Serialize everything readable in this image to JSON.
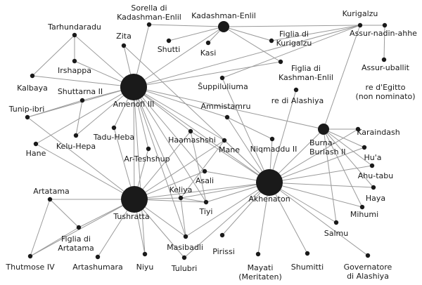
{
  "graph": {
    "node_color": "#1a1a1a",
    "edge_color": "#9a9a9a",
    "nodes": [
      {
        "id": "amenofi",
        "label": [
          "Amenofi III"
        ],
        "size": "large"
      },
      {
        "id": "akhenaton",
        "label": [
          "Akhenaton"
        ],
        "size": "large"
      },
      {
        "id": "tushratta",
        "label": [
          "Tushratta"
        ],
        "size": "large"
      },
      {
        "id": "kadashman",
        "label": [
          "Kadashman-Enlil"
        ],
        "size": "medium"
      },
      {
        "id": "burna",
        "label": [
          "Burna-",
          "Buriash II"
        ],
        "size": "medium"
      },
      {
        "id": "sorella",
        "label": [
          "Sorella di",
          "Kadashman-Enlil"
        ],
        "size": "small"
      },
      {
        "id": "kurigalzu",
        "label": [
          "Kurigalzu"
        ],
        "size": "small"
      },
      {
        "id": "tarhundaradu",
        "label": [
          "Tarhundaradu"
        ],
        "size": "small"
      },
      {
        "id": "irshappa",
        "label": [
          "Irshappa"
        ],
        "size": "small"
      },
      {
        "id": "zita",
        "label": [
          "Zita"
        ],
        "size": "small"
      },
      {
        "id": "shutti",
        "label": [
          "Shutti"
        ],
        "size": "small"
      },
      {
        "id": "kasi",
        "label": [
          "Kasi"
        ],
        "size": "small"
      },
      {
        "id": "figlia_kuri",
        "label": [
          "Figlia di",
          "Kurigalzu"
        ],
        "size": "small"
      },
      {
        "id": "figlia_kash",
        "label": [
          "Figlia di",
          "Kashman-Enlil"
        ],
        "size": "small"
      },
      {
        "id": "assur_nadin",
        "label": [
          "Assur-nadin-ahhe"
        ],
        "size": "small"
      },
      {
        "id": "assur_uballit",
        "label": [
          "Assur-uballit"
        ],
        "size": "small"
      },
      {
        "id": "re_egitto",
        "label": [
          "re d'Egitto",
          "(non nominato)"
        ],
        "size": "none"
      },
      {
        "id": "kalbaya",
        "label": [
          "Kalbaya"
        ],
        "size": "small"
      },
      {
        "id": "shuttarna",
        "label": [
          "Shuttarna II"
        ],
        "size": "small"
      },
      {
        "id": "suppiluliuma",
        "label": [
          "Šuppiluliuma"
        ],
        "size": "small"
      },
      {
        "id": "re_alashiya",
        "label": [
          "re di Alashiya"
        ],
        "size": "small"
      },
      {
        "id": "tunip",
        "label": [
          "Tunip-ibri"
        ],
        "size": "small"
      },
      {
        "id": "ammistamru",
        "label": [
          "Ammistamru"
        ],
        "size": "small"
      },
      {
        "id": "karaindash",
        "label": [
          "Karaindash"
        ],
        "size": "small"
      },
      {
        "id": "kelu",
        "label": [
          "Kelu-Hepa"
        ],
        "size": "small"
      },
      {
        "id": "tadu",
        "label": [
          "Tadu-Heba"
        ],
        "size": "small"
      },
      {
        "id": "haamashshi",
        "label": [
          "Haamashshi"
        ],
        "size": "small"
      },
      {
        "id": "niqmaddu",
        "label": [
          "Niqmaddu II"
        ],
        "size": "small"
      },
      {
        "id": "mane",
        "label": [
          "Mane"
        ],
        "size": "small"
      },
      {
        "id": "hane",
        "label": [
          "Hane"
        ],
        "size": "small"
      },
      {
        "id": "arteshshup",
        "label": [
          "Ar-Teshshup"
        ],
        "size": "small"
      },
      {
        "id": "hua",
        "label": [
          "Hu'a"
        ],
        "size": "small"
      },
      {
        "id": "ahutabu",
        "label": [
          "Ahu-tabu"
        ],
        "size": "small"
      },
      {
        "id": "asali",
        "label": [
          "Asali"
        ],
        "size": "small"
      },
      {
        "id": "haya",
        "label": [
          "Haya"
        ],
        "size": "small"
      },
      {
        "id": "artatama",
        "label": [
          "Artatama"
        ],
        "size": "small"
      },
      {
        "id": "keliya",
        "label": [
          "Keliya"
        ],
        "size": "small"
      },
      {
        "id": "tiyi",
        "label": [
          "Tiyi"
        ],
        "size": "small"
      },
      {
        "id": "mihumi",
        "label": [
          "Mihumi"
        ],
        "size": "small"
      },
      {
        "id": "figlia_art",
        "label": [
          "Figlia di",
          "Artatama"
        ],
        "size": "small"
      },
      {
        "id": "salmu",
        "label": [
          "Salmu"
        ],
        "size": "small"
      },
      {
        "id": "masibadli",
        "label": [
          "Masibadli"
        ],
        "size": "small"
      },
      {
        "id": "pirissi",
        "label": [
          "Pirissi"
        ],
        "size": "small"
      },
      {
        "id": "thutmose",
        "label": [
          "Thutmose IV"
        ],
        "size": "small"
      },
      {
        "id": "artashumara",
        "label": [
          "Artashumara"
        ],
        "size": "small"
      },
      {
        "id": "niyu",
        "label": [
          "Niyu"
        ],
        "size": "small"
      },
      {
        "id": "tulubri",
        "label": [
          "Tulubri"
        ],
        "size": "small"
      },
      {
        "id": "mayati",
        "label": [
          "Mayati",
          "(Meritaten)"
        ],
        "size": "small"
      },
      {
        "id": "shumitti",
        "label": [
          "Shumitti"
        ],
        "size": "small"
      },
      {
        "id": "governatore",
        "label": [
          "Governatore",
          "di Alashiya"
        ],
        "size": "small"
      }
    ],
    "edges": [
      [
        "amenofi",
        "sorella"
      ],
      [
        "amenofi",
        "kadashman"
      ],
      [
        "amenofi",
        "zita"
      ],
      [
        "amenofi",
        "irshappa"
      ],
      [
        "amenofi",
        "tarhundaradu"
      ],
      [
        "amenofi",
        "kalbaya"
      ],
      [
        "amenofi",
        "shuttarna"
      ],
      [
        "amenofi",
        "tunip"
      ],
      [
        "amenofi",
        "kelu"
      ],
      [
        "amenofi",
        "hane"
      ],
      [
        "amenofi",
        "tadu"
      ],
      [
        "amenofi",
        "arteshshup"
      ],
      [
        "amenofi",
        "haamashshi"
      ],
      [
        "amenofi",
        "mane"
      ],
      [
        "amenofi",
        "tushratta"
      ],
      [
        "amenofi",
        "akhenaton"
      ],
      [
        "amenofi",
        "tiyi"
      ],
      [
        "amenofi",
        "keliya"
      ],
      [
        "amenofi",
        "asali"
      ],
      [
        "amenofi",
        "burna"
      ],
      [
        "amenofi",
        "kurigalzu"
      ],
      [
        "amenofi",
        "figlia_kash"
      ],
      [
        "amenofi",
        "masibadli"
      ],
      [
        "amenofi",
        "niyu"
      ],
      [
        "amenofi",
        "ammistamru"
      ],
      [
        "kadashman",
        "sorella"
      ],
      [
        "kadashman",
        "shutti"
      ],
      [
        "kadashman",
        "kasi"
      ],
      [
        "kadashman",
        "figlia_kuri"
      ],
      [
        "kadashman",
        "kurigalzu"
      ],
      [
        "kadashman",
        "figlia_kash"
      ],
      [
        "kurigalzu",
        "assur_nadin"
      ],
      [
        "kurigalzu",
        "burna"
      ],
      [
        "kurigalzu",
        "figlia_kuri"
      ],
      [
        "kurigalzu",
        "suppiluliuma"
      ],
      [
        "assur_nadin",
        "assur_uballit"
      ],
      [
        "tarhundaradu",
        "irshappa"
      ],
      [
        "tarhundaradu",
        "kalbaya"
      ],
      [
        "shuttarna",
        "tunip"
      ],
      [
        "shuttarna",
        "kelu"
      ],
      [
        "tunip",
        "tushratta"
      ],
      [
        "hane",
        "tushratta"
      ],
      [
        "tadu",
        "tushratta"
      ],
      [
        "arteshshup",
        "tushratta"
      ],
      [
        "haamashshi",
        "tushratta"
      ],
      [
        "haamashshi",
        "tiyi"
      ],
      [
        "mane",
        "tushratta"
      ],
      [
        "mane",
        "akhenaton"
      ],
      [
        "mane",
        "keliya"
      ],
      [
        "zita",
        "akhenaton"
      ],
      [
        "suppiluliuma",
        "akhenaton"
      ],
      [
        "re_alashiya",
        "akhenaton"
      ],
      [
        "ammistamru",
        "akhenaton"
      ],
      [
        "niqmaddu",
        "akhenaton"
      ],
      [
        "niqmaddu",
        "ammistamru"
      ],
      [
        "burna",
        "akhenaton"
      ],
      [
        "burna",
        "karaindash"
      ],
      [
        "burna",
        "hua"
      ],
      [
        "burna",
        "ahutabu"
      ],
      [
        "burna",
        "haya"
      ],
      [
        "burna",
        "mihumi"
      ],
      [
        "burna",
        "salmu"
      ],
      [
        "tushratta",
        "akhenaton"
      ],
      [
        "tushratta",
        "artatama"
      ],
      [
        "tushratta",
        "figlia_art"
      ],
      [
        "tushratta",
        "thutmose"
      ],
      [
        "tushratta",
        "artashumara"
      ],
      [
        "tushratta",
        "niyu"
      ],
      [
        "tushratta",
        "tulubri"
      ],
      [
        "tushratta",
        "keliya"
      ],
      [
        "tushratta",
        "masibadli"
      ],
      [
        "tushratta",
        "tiyi"
      ],
      [
        "tushratta",
        "asali"
      ],
      [
        "artatama",
        "figlia_art"
      ],
      [
        "artatama",
        "thutmose"
      ],
      [
        "figlia_art",
        "thutmose"
      ],
      [
        "keliya",
        "tiyi"
      ],
      [
        "keliya",
        "masibadli"
      ],
      [
        "keliya",
        "akhenaton"
      ],
      [
        "akhenaton",
        "hua"
      ],
      [
        "akhenaton",
        "ahutabu"
      ],
      [
        "akhenaton",
        "haya"
      ],
      [
        "akhenaton",
        "mihumi"
      ],
      [
        "akhenaton",
        "salmu"
      ],
      [
        "akhenaton",
        "karaindash"
      ],
      [
        "akhenaton",
        "tiyi"
      ],
      [
        "akhenaton",
        "asali"
      ],
      [
        "akhenaton",
        "masibadli"
      ],
      [
        "akhenaton",
        "tulubri"
      ],
      [
        "akhenaton",
        "pirissi"
      ],
      [
        "akhenaton",
        "mayati"
      ],
      [
        "akhenaton",
        "shumitti"
      ],
      [
        "akhenaton",
        "governatore"
      ],
      [
        "akhenaton",
        "haamashshi"
      ]
    ]
  }
}
